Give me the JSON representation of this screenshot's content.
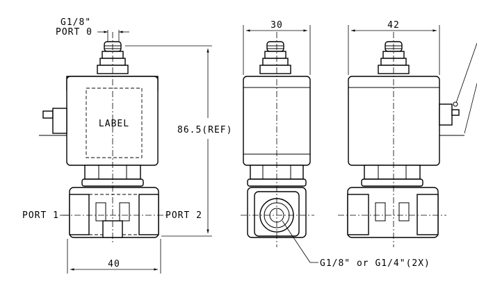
{
  "labels": {
    "port0_thread": "G1/8\"",
    "port0": "PORT 0",
    "label_box": "LABEL",
    "height_ref": "86.5(REF)",
    "port1": "PORT 1",
    "port2": "PORT 2",
    "side_width": "30",
    "right_width": "42",
    "base_width": "40",
    "port_thread_note": "G1/8\" or G1/4\"(2X)"
  }
}
